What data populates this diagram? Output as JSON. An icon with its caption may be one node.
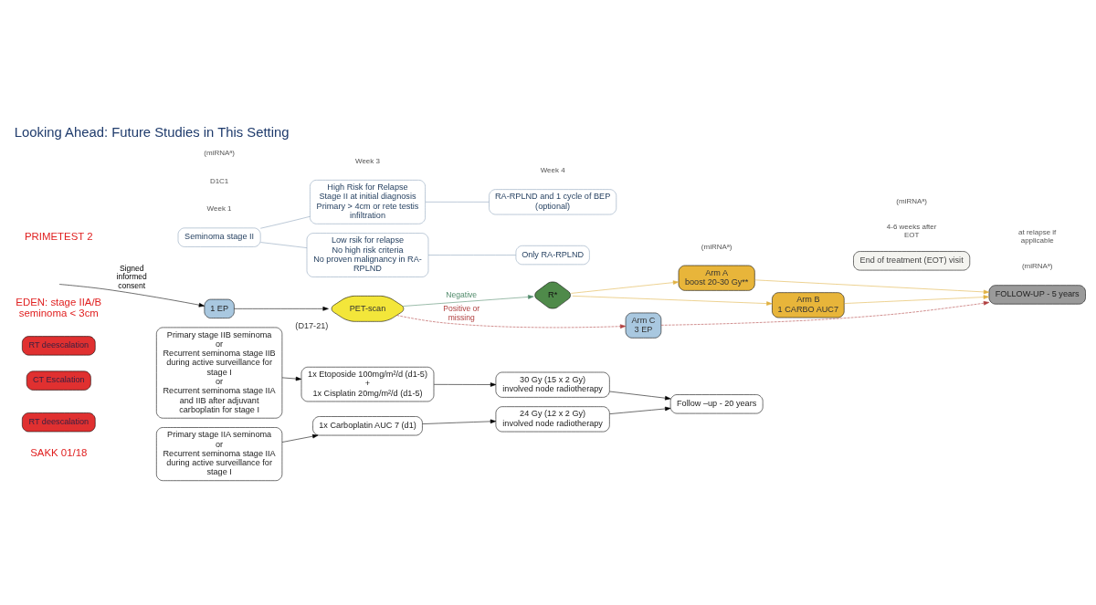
{
  "diagram": {
    "title": "Looking Ahead: Future Studies in This Setting",
    "nodes": [
      {
        "text": [
          "Primary stage IIA seminoma",
          "or",
          "Recurrent seminoma stage IIA during active surveillance for stage I"
        ]
      },
      {
        "text": [
          "1x Carboplatin AUC 7 (d1)"
        ]
      },
      {
        "text": [
          "RT deescalation"
        ]
      },
      {
        "text": [
          "24 Gy (12 x 2 Gy)",
          "involved node radiotherapy"
        ]
      },
      {
        "text": [
          "Primary stage IIB seminoma",
          "or",
          "Recurrent seminoma stage IIB during active surveillance for stage I",
          "or",
          "Recurrent seminoma stage IIA and IIB after adjuvant carboplatin for stage I"
        ]
      },
      {
        "text": [
          "1x Etoposide 100mg/m²/d (d1-5)",
          "+",
          "1x Cisplatin 20mg/m²/d (d1-5)"
        ]
      },
      {
        "text": [
          "CT Escalation"
        ]
      },
      {
        "text": [
          "RT deescalation"
        ]
      },
      {
        "text": [
          "30 Gy (15 x 2 Gy)",
          "involved node radiotherapy"
        ]
      },
      {
        "text": [
          "Follow –up - 20 years"
        ]
      },
      {
        "text": [
          "1 EP"
        ]
      },
      {
        "text": [
          "PET-scan"
        ],
        "beside": [
          "(D17-21)"
        ]
      },
      {
        "text": [
          "R*"
        ]
      },
      {
        "text": [
          "Arm A",
          "boost 20-30 Gy**"
        ]
      },
      {
        "text": [
          "Arm B",
          "1 CARBO AUC7"
        ]
      },
      {
        "text": [
          "Arm C",
          "3 EP"
        ]
      },
      {
        "text": [
          "End of treatment (EOT) visit"
        ]
      },
      {
        "text": [
          "FOLLOW-UP - 5 years"
        ]
      },
      {
        "text": [
          "Seminoma stage II"
        ]
      },
      {
        "text": [
          "High Risk for Relapse",
          "Stage II at initial diagnosis",
          "Primary > 4cm or rete testis infiltration"
        ]
      },
      {
        "text": [
          "RA-RPLND and 1 cycle of BEP (optional)"
        ]
      },
      {
        "text": [
          "Low rsik for relapse",
          "No high risk criteria",
          "No proven malignancy in RA-RPLND"
        ]
      },
      {
        "text": [
          "Only RA-RPLND"
        ]
      }
    ],
    "edges": [
      {
        "from": 0,
        "to": 1,
        "arrow": "to"
      },
      {
        "from": 1,
        "to": 3,
        "arrow": "to"
      },
      {
        "from": 3,
        "to": 9,
        "arrow": "to"
      },
      {
        "from": 4,
        "to": 5,
        "arrow": "to"
      },
      {
        "from": 5,
        "to": 8,
        "arrow": "to"
      },
      {
        "from": 8,
        "to": 9,
        "arrow": "to"
      },
      {
        "from": null,
        "to": 10,
        "arrow": "to",
        "label": "Signed informed consent"
      },
      {
        "from": 10,
        "to": 11,
        "arrow": "to"
      },
      {
        "from": 11,
        "to": 12,
        "arrow": "to",
        "label": "Negative",
        "color": "#4f8a6a"
      },
      {
        "from": 11,
        "to": 15,
        "arrow": "to",
        "label": "Positive or missing",
        "style": "dashed",
        "color": "#b04040"
      },
      {
        "from": 12,
        "to": 13,
        "arrow": "to",
        "color": "#e0b040"
      },
      {
        "from": 12,
        "to": 14,
        "arrow": "to",
        "color": "#e0b040"
      },
      {
        "from": 13,
        "to": 17,
        "arrow": "to",
        "color": "#e0b040"
      },
      {
        "from": 14,
        "to": 17,
        "arrow": "to",
        "color": "#e0b040"
      },
      {
        "from": 15,
        "to": 17,
        "arrow": "to",
        "style": "dashed",
        "color": "#b04040"
      },
      {
        "from": 18,
        "to": 19,
        "arrow": "none",
        "color": "#8aa0b8"
      },
      {
        "from": 18,
        "to": 21,
        "arrow": "none",
        "color": "#8aa0b8"
      },
      {
        "from": 19,
        "to": 20,
        "arrow": "none",
        "color": "#8aa0b8"
      },
      {
        "from": 21,
        "to": 22,
        "arrow": "none",
        "color": "#8aa0b8"
      }
    ],
    "labels": [
      "SAKK 01/18",
      "EDEN: stage IIA/B seminoma < 3cm",
      "Week 1",
      "D1C1",
      "Week 3",
      "Week 4",
      "4-6 weeks after EOT",
      "(miRNAᵃ)",
      "(miRNAᵃ)",
      "(miRNAᵃ)",
      "(miRNAᵃ)",
      "at relapse if applicable",
      "PRIMETEST 2"
    ]
  }
}
